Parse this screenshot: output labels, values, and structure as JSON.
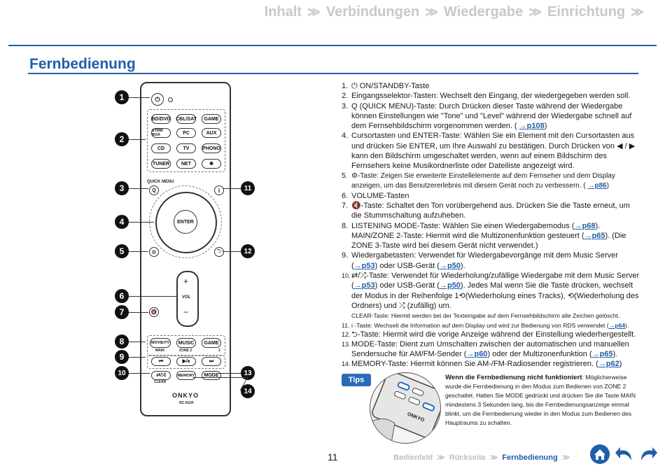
{
  "nav": {
    "tabs": [
      "Inhalt",
      "Verbindungen",
      "Wiedergabe",
      "Einrichtung"
    ],
    "sep": "≫"
  },
  "page_title": "Fernbedienung",
  "remote": {
    "row1": [
      "BD/DVD",
      "CBL/SAT",
      "GAME"
    ],
    "row2": [
      "STRM BOX",
      "PC",
      "AUX"
    ],
    "row3": [
      "CD",
      "TV",
      "PHONO"
    ],
    "row4": [
      "TUNER",
      "NET",
      "✱"
    ],
    "quick_menu": "QUICK MENU",
    "q": "Q",
    "info": "i",
    "enter": "ENTER",
    "vol": "VOL",
    "vol_plus": "+",
    "vol_minus": "−",
    "mode_row": [
      "MOVIE/TV",
      "MUSIC",
      "GAME"
    ],
    "main": "MAIN",
    "zone2": "ZONE 2",
    "zone3": "3",
    "transport": [
      "⏮",
      "▶/⏸",
      "⏭"
    ],
    "bottom_row": [
      "⇄/⤮",
      "MEMORY",
      "MODE"
    ],
    "clear": "CLEAR",
    "brand": "ONKYO",
    "model": "RC-911R"
  },
  "callouts": [
    "1",
    "2",
    "3",
    "4",
    "5",
    "6",
    "7",
    "8",
    "9",
    "10",
    "11",
    "12",
    "13",
    "14"
  ],
  "items": [
    {
      "num": "1.",
      "text": "⏻ ON/STANDBY-Taste"
    },
    {
      "num": "2.",
      "text": "Eingangsselektor-Tasten: Wechselt den Eingang, der wiedergegeben werden soll."
    },
    {
      "num": "3.",
      "text": "Q (QUICK MENU)-Taste: Durch Drücken dieser Taste während der Wiedergabe können Einstellungen wie \"Tone\" und \"Level\" während der Wiedergabe schnell auf dem Fernsehbildschirm vorgenommen werden. (",
      "link": "→p108",
      "after": ")"
    },
    {
      "num": "4.",
      "text": "Cursortasten und ENTER-Taste: Wählen Sie ein Element mit den Cursortasten aus und drücken Sie ENTER, um Ihre Auswahl zu bestätigen. Durch Drücken von ◀ / ▶ kann den Bildschirm umgeschaltet werden, wenn auf einem Bildschirm des Fernsehers keine Musikordnerliste oder Dateiliste angezeigt wird."
    },
    {
      "num": "5.",
      "text": "⚙-Taste: Zeigen Sie erweiterte Einstellelemente auf dem Fernseher und dem Display anzeigen, um das Benutzererlebnis mit diesem Gerät noch zu verbessern. (",
      "link": "→p86",
      "after": ")"
    },
    {
      "num": "6.",
      "text": "VOLUME-Tasten"
    },
    {
      "num": "7.",
      "text": "🔇-Taste: Schaltet den Ton vorübergehend aus. Drücken Sie die Taste erneut, um die Stummschaltung aufzuheben."
    },
    {
      "num": "8.",
      "text": "LISTENING MODE-Taste: Wählen Sie einen Wiedergabemodus (",
      "link": "→p68",
      "after": ").",
      "text2": "MAIN/ZONE 2-Taste: Hiermit wird die Multizonenfunktion gesteuert (",
      "link2": "→p65",
      "after2": "). (Die ZONE 3-Taste wird bei diesem Gerät nicht verwendet.)"
    },
    {
      "num": "9.",
      "text": "Wiedergabetasten: Verwendet für Wiedergabevorgänge mit dem Music Server (",
      "link": "→p53",
      "after": ") oder USB-Gerät (",
      "link2": "→p50",
      "after2": ")."
    },
    {
      "num": "10.",
      "text": "⇄/⤮-Taste: Verwendet für Wiederholung/zufällige Wiedergabe mit dem Music Server (",
      "link": "→p53",
      "after": ") oder USB-Gerät (",
      "link2": "→p50",
      "after2": "). Jedes Mal wenn Sie die Taste drücken, wechselt der Modus in der Reihenfolge 1⟲(Wiederholung eines Tracks), ⟲(Wiederholung des Ordners) und ⤮ (zufällig) um.",
      "note": "CLEAR-Taste: Hiermit werden bei der Texteingabe auf dem Fernsehbildschirm alle Zeichen gelöscht."
    },
    {
      "num": "11.",
      "text": "i -Taste: Wechselt die Information auf dem Display und wird zur Bedienung von RDS verwendet (",
      "link": "→p64",
      "after": ")."
    },
    {
      "num": "12.",
      "text": "⮌-Taste: Hiermit wird die vorige Anzeige während der Einstellung wiederhergestellt."
    },
    {
      "num": "13.",
      "text": "MODE-Taste: Dient zum Umschalten zwischen der automatischen und manuellen Sendersuche für AM/FM-Sender (",
      "link": "→p60",
      "after": ") oder der Multizonenfunktion (",
      "link2": "→p65",
      "after2": ")."
    },
    {
      "num": "14.",
      "text": "MEMORY-Taste: Hiermit können Sie AM-/FM-Radiosender registrieren. (",
      "link": "→p62",
      "after": ")"
    }
  ],
  "tips": {
    "badge": "Tips",
    "bold": "Wenn die Fernbedienung nicht funktioniert",
    "text": ": Möglicherweise wurde die Fernbedienung in den Modus zum Bedienen von ZONE 2 geschaltet. Halten Sie MODE gedrückt und drücken Sie die Taste MAIN mindestens 3 Sekunden lang, bis die Fernbedienungsanzeige einmal blinkt, um die Fernbedienung wieder in den Modus zum Bedienen des Hauptraums zu schalten.",
    "img_brand": "ONKYO"
  },
  "footer": {
    "page": "11",
    "links": [
      "Bedienfeld",
      "Rückseite",
      "Fernbedienung"
    ],
    "sep": "≫"
  },
  "colors": {
    "accent": "#1f5ea8",
    "muted": "#c8c8c8",
    "tips": "#2b6cb8"
  }
}
